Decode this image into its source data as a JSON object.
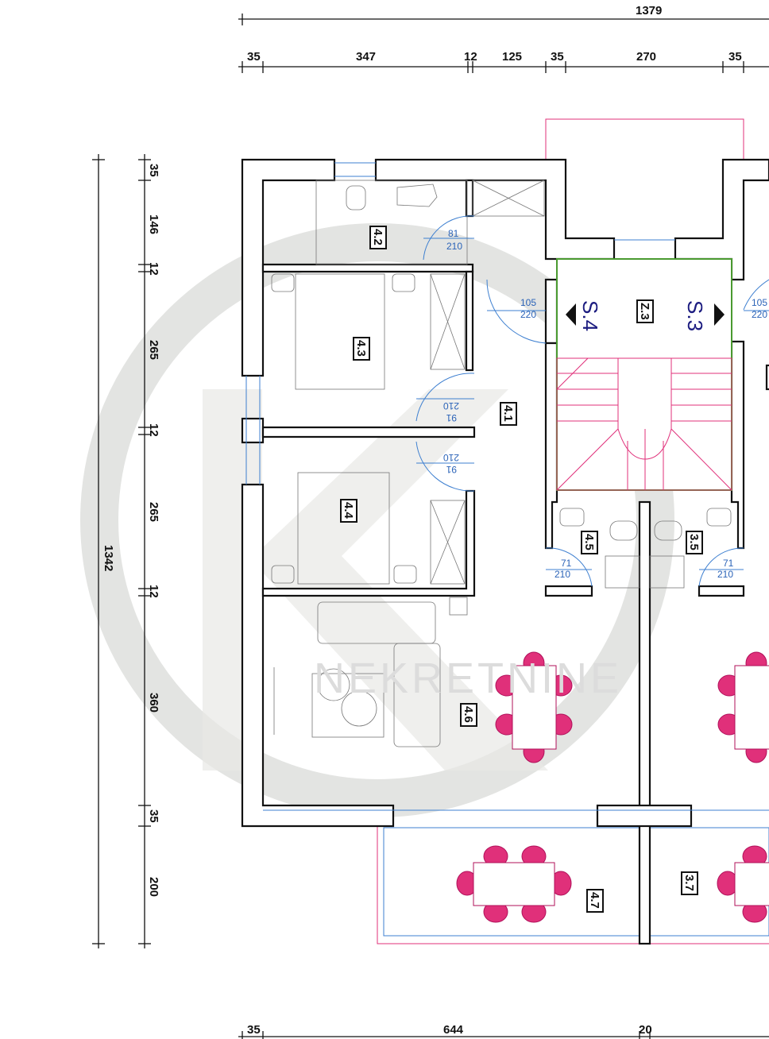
{
  "title": "Floor plan",
  "watermark": {
    "text": "NEKRETNINE",
    "logo": "K2"
  },
  "dimensions": {
    "top_total": "1379",
    "top_segments": [
      "35",
      "347",
      "12",
      "125",
      "35",
      "270",
      "35"
    ],
    "left_total": "1342",
    "left_segments": [
      "35",
      "146",
      "12",
      "265",
      "12",
      "265",
      "12",
      "360",
      "35",
      "200"
    ],
    "bottom_segments": [
      "35",
      "644",
      "20"
    ]
  },
  "rooms": {
    "r42": "4.2",
    "r43": "4.3",
    "r41": "4.1",
    "r44": "4.4",
    "r45": "4.5",
    "r35": "3.5",
    "r46": "4.6",
    "r47": "4.7",
    "r37": "3.7",
    "z3": "Z.3"
  },
  "stairs": {
    "s4": "S.4",
    "s3": "S.3"
  },
  "doors": [
    {
      "w": "81",
      "h": "210"
    },
    {
      "w": "105",
      "h": "220"
    },
    {
      "w": "105",
      "h": "220"
    },
    {
      "w": "91",
      "h": "210"
    },
    {
      "w": "91",
      "h": "210"
    },
    {
      "w": "71",
      "h": "210"
    },
    {
      "w": "71",
      "h": "210"
    }
  ]
}
